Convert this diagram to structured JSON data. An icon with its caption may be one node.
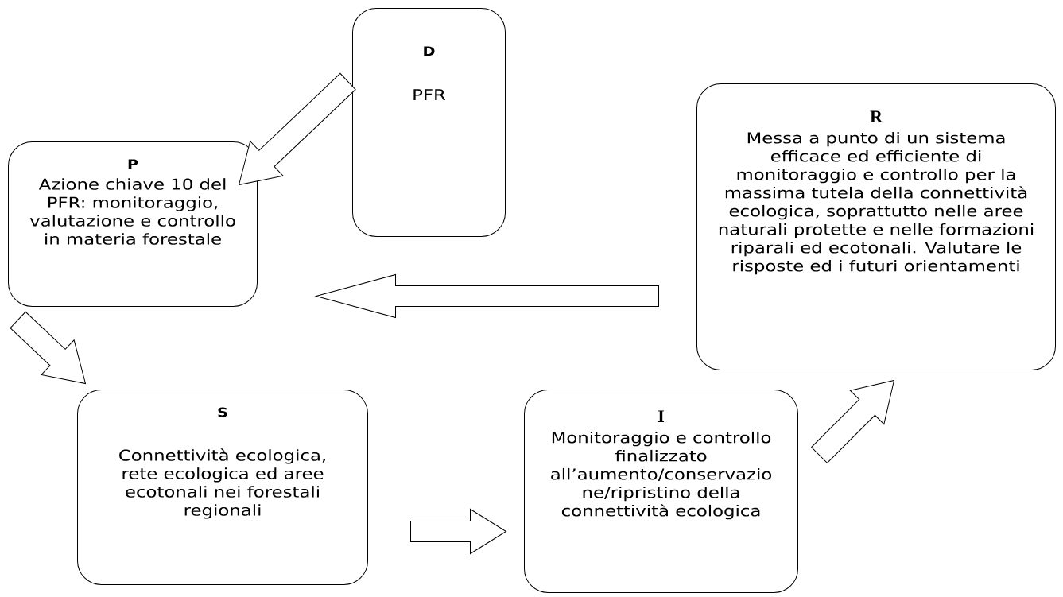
{
  "diagram": {
    "nodes": [
      {
        "text": [
          "D",
          "PFR"
        ]
      },
      {
        "text": [
          "R",
          "Messa a punto di un sistema efficace ed efficiente di monitoraggio e controllo per la massima tutela della connettività ecologica, soprattutto nelle aree naturali protette e nelle formazioni riparali ed ecotonali. Valutare le risposte ed i futuri orientamenti"
        ]
      },
      {
        "text": [
          "P",
          "Azione chiave 10 del PFR: monitoraggio, valutazione e controllo in materia forestale"
        ]
      },
      {
        "text": [
          "S",
          "Connettività ecologica, rete ecologica ed aree ecotonali nei forestali regionali"
        ]
      },
      {
        "text": [
          "I",
          "Monitoraggio e controllo finalizzato all’aumento/conservazio ne/ripristino della connettività ecologica"
        ]
      }
    ],
    "edges": [
      {
        "from": 0,
        "to": 2,
        "arrow": "to"
      },
      {
        "from": 1,
        "to": 2,
        "arrow": "to"
      },
      {
        "from": 2,
        "to": 3,
        "arrow": "to"
      },
      {
        "from": 3,
        "to": 4,
        "arrow": "to"
      },
      {
        "from": 4,
        "to": 1,
        "arrow": "to"
      }
    ]
  }
}
